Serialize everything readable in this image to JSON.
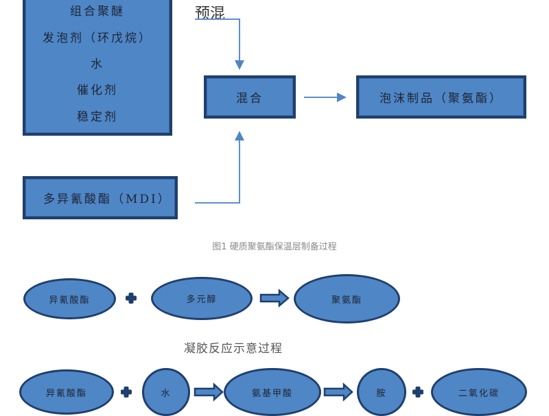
{
  "figure1": {
    "premix_label": "预混",
    "polyol_box": {
      "items": [
        "组合聚醚",
        "发泡剂（环戊烷）",
        "水",
        "催化剂",
        "稳定剂"
      ]
    },
    "mdi_box": "多异氰酸酯（MDI）",
    "mix_box": "混合",
    "product_box": "泡沫制品（聚氨酯）",
    "caption": "图1 硬质聚氨酯保温层制备过程"
  },
  "gel_reaction": {
    "nodes": [
      "异氰酸酯",
      "多元醇",
      "聚氨酯"
    ],
    "operators": [
      "plus",
      "arrow"
    ]
  },
  "blow_reaction": {
    "title": "凝胶反应示意过程",
    "nodes": [
      "异氰酸酯",
      "水",
      "氨基甲酸",
      "胺",
      "二氧化碳"
    ],
    "operators": [
      "plus",
      "arrow",
      "arrow",
      "plus"
    ]
  },
  "colors": {
    "fill": "#4f86c6",
    "border": "#1f3f6e",
    "connector": "#5b8fd0"
  }
}
